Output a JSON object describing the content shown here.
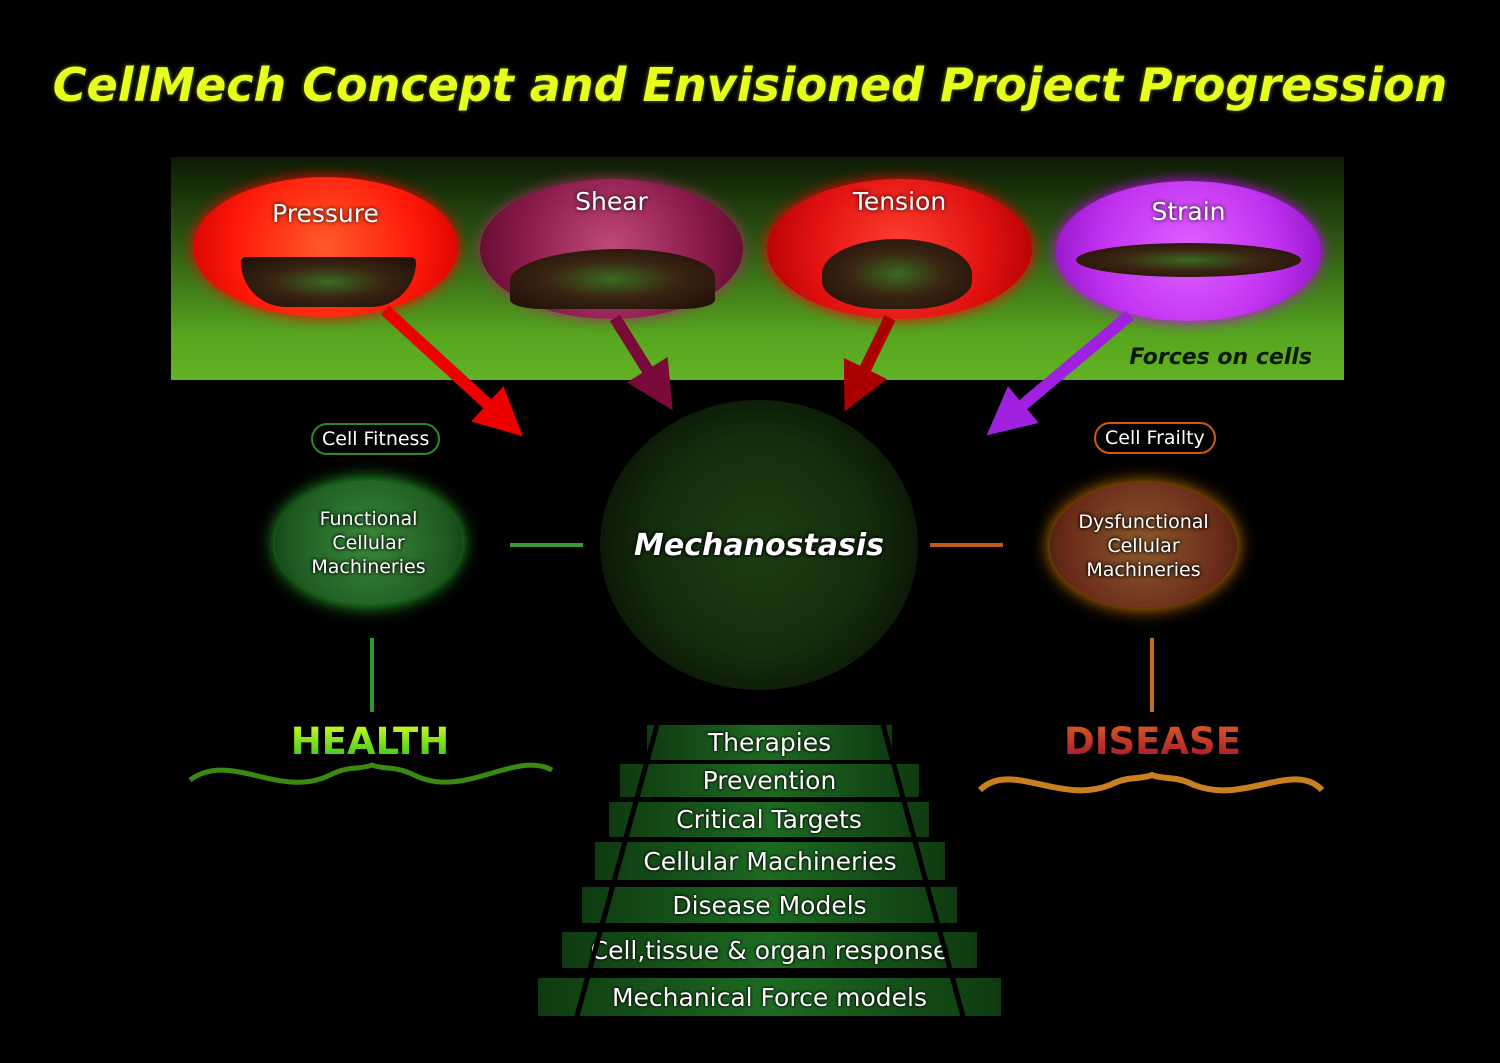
{
  "title": "CellMech Concept  and Envisioned Project Progression",
  "forces": {
    "caption": "Forces on cells",
    "items": [
      {
        "label": "Pressure",
        "color": "#ff1a0a"
      },
      {
        "label": "Shear",
        "color": "#8a1a4a"
      },
      {
        "label": "Tension",
        "color": "#e01010"
      },
      {
        "label": "Strain",
        "color": "#c030f0"
      }
    ]
  },
  "center": {
    "label": "Mechanostasis"
  },
  "left": {
    "badge": "Cell Fitness",
    "oval_lines": [
      "Functional",
      "Cellular",
      "Machineries"
    ],
    "outcome": "HEALTH",
    "color": "#3aff3a"
  },
  "right": {
    "badge": "Cell Frailty",
    "oval_lines": [
      "Dysfunctional",
      "Cellular",
      "Machineries"
    ],
    "outcome": "DISEASE",
    "color": "#ff6a20"
  },
  "pyramid": [
    "Therapies",
    "Prevention",
    "Critical Targets",
    "Cellular Machineries",
    "Disease Models",
    "Cell,tissue & organ response",
    "Mechanical Force models"
  ]
}
